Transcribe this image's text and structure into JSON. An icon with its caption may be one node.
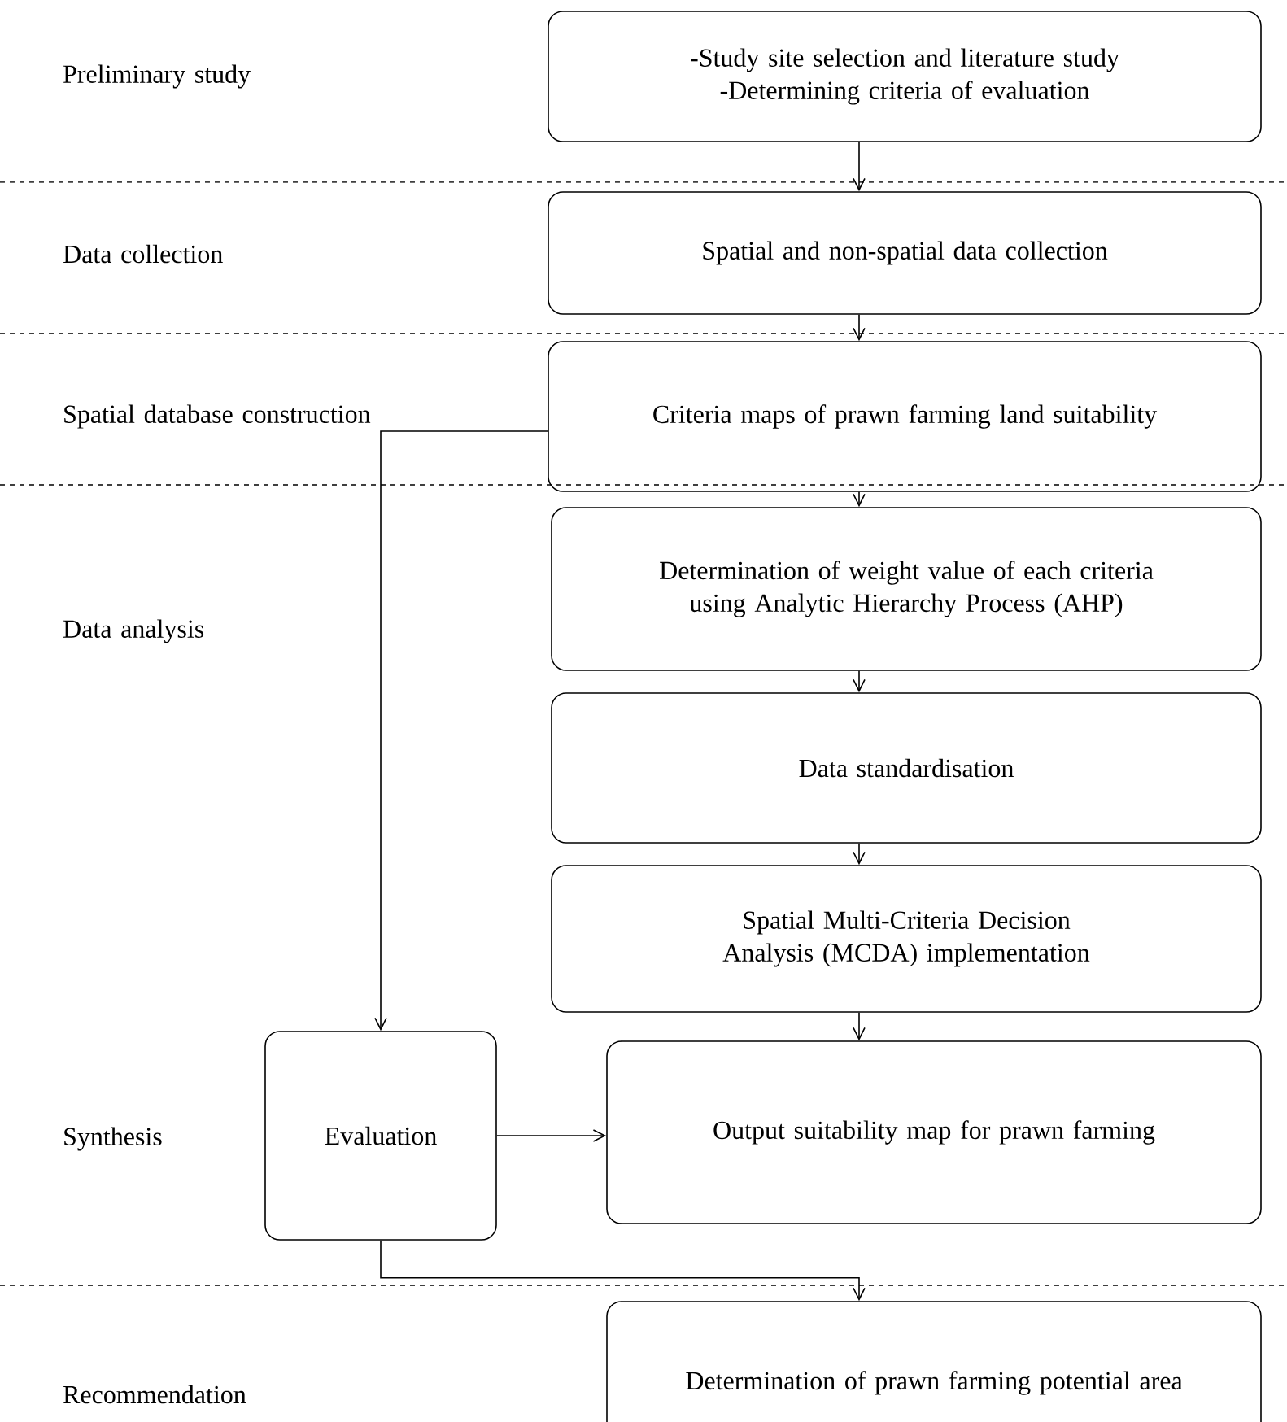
{
  "diagram": {
    "nodes": [
      {
        "text": [
          "-Study site selection and literature study",
          "-Determining criteria of evaluation"
        ]
      },
      {
        "text": [
          "Spatial and non-spatial data collection"
        ]
      },
      {
        "text": [
          "Criteria maps of prawn farming land suitability"
        ]
      },
      {
        "text": [
          "Determination of weight value of each criteria using Analytic Hierarchy Process (AHP)"
        ]
      },
      {
        "text": [
          "Data standardisation"
        ]
      },
      {
        "text": [
          "Spatial Multi-Criteria Decision Analysis (MCDA) implementation"
        ]
      },
      {
        "text": [
          "Evaluation"
        ]
      },
      {
        "text": [
          "Output suitability map for prawn farming"
        ]
      },
      {
        "text": [
          "Determination of prawn farming potential area"
        ]
      }
    ],
    "edges": [
      {
        "from": 0,
        "to": 1,
        "arrow": "to"
      },
      {
        "from": 1,
        "to": 2,
        "arrow": "to"
      },
      {
        "from": 2,
        "to": 3,
        "arrow": "to"
      },
      {
        "from": 3,
        "to": 4,
        "arrow": "to"
      },
      {
        "from": 4,
        "to": 5,
        "arrow": "to"
      },
      {
        "from": 5,
        "to": 7,
        "arrow": "to"
      },
      {
        "from": 2,
        "to": 6,
        "arrow": "to"
      },
      {
        "from": 6,
        "to": 7,
        "arrow": "to"
      },
      {
        "from": 6,
        "to": 8,
        "arrow": "to"
      }
    ],
    "labels": [
      "Preliminary study",
      "Data collection",
      "Spatial database construction",
      "Data analysis",
      "Synthesis",
      "Recommendation"
    ]
  }
}
